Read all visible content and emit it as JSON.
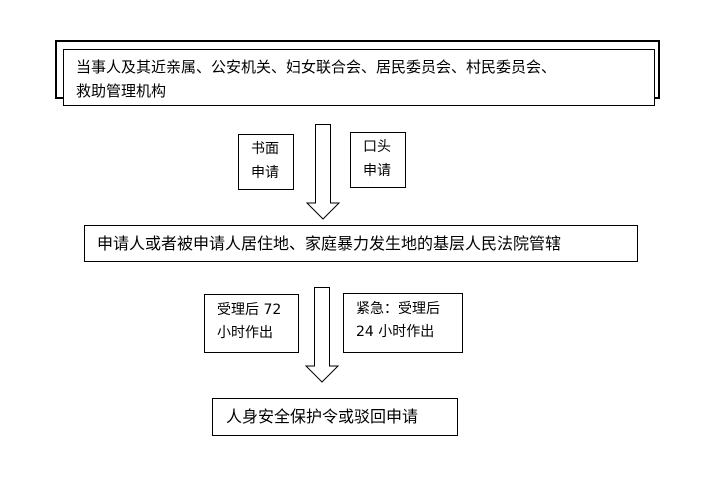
{
  "nodes": {
    "petitioners": {
      "line1": "当事人及其近亲属、公安机关、妇女联合会、居民委员会、村民委员会、",
      "line2": "救助管理机构"
    },
    "written": {
      "line1": "书面",
      "line2": "申请"
    },
    "oral": {
      "line1": "口头",
      "line2": "申请"
    },
    "court": {
      "text": "申请人或者被申请人居住地、家庭暴力发生地的基层人民法院管辖"
    },
    "normal_decision": {
      "line1": "受理后 72",
      "line2": "小时作出"
    },
    "urgent_decision": {
      "line1": "紧急：受理后",
      "line2": "24 小时作出"
    },
    "result": {
      "text": "人身安全保护令或驳回申请"
    }
  }
}
